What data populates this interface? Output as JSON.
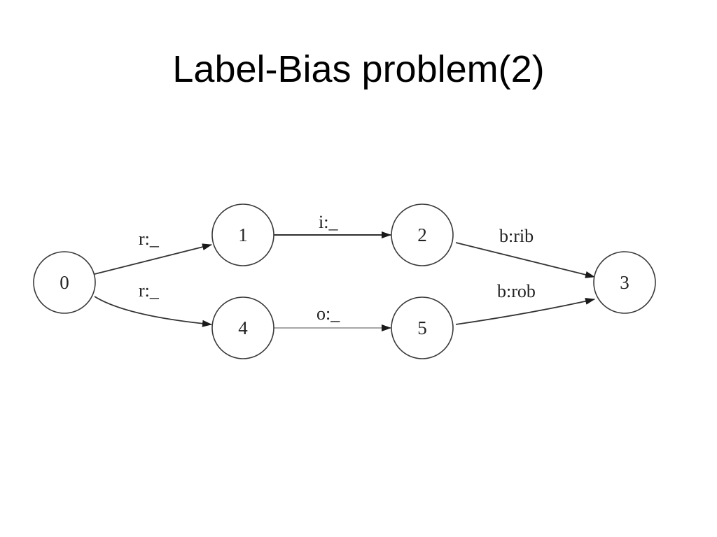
{
  "slide": {
    "title": "Label-Bias problem(2)"
  },
  "diagram": {
    "nodes": [
      {
        "id": "0",
        "label": "0"
      },
      {
        "id": "1",
        "label": "1"
      },
      {
        "id": "2",
        "label": "2"
      },
      {
        "id": "3",
        "label": "3"
      },
      {
        "id": "4",
        "label": "4"
      },
      {
        "id": "5",
        "label": "5"
      }
    ],
    "edges": [
      {
        "from": "0",
        "to": "1",
        "label": "r:_",
        "color": "#333333"
      },
      {
        "from": "0",
        "to": "4",
        "label": "r:_",
        "color": "#333333"
      },
      {
        "from": "1",
        "to": "2",
        "label": "i:_",
        "color": "#111111"
      },
      {
        "from": "4",
        "to": "5",
        "label": "o:_",
        "color": "#9a9a9a"
      },
      {
        "from": "2",
        "to": "3",
        "label": "b:rib",
        "color": "#333333"
      },
      {
        "from": "5",
        "to": "3",
        "label": "b:rob",
        "color": "#333333"
      }
    ]
  }
}
